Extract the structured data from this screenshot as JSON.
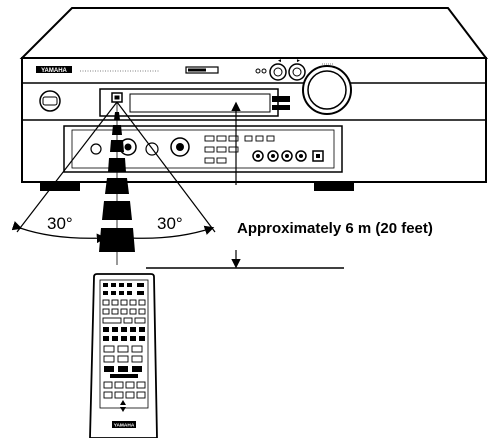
{
  "diagram": {
    "angle_left": "30°",
    "angle_right": "30°",
    "distance_label": "Approximately 6 m (20 feet)",
    "receiver_brand": "YAMAHA",
    "remote_brand": "YAMAHA"
  },
  "colors": {
    "ink": "#000000",
    "background": "#ffffff",
    "panel_fill": "#ffffff"
  }
}
